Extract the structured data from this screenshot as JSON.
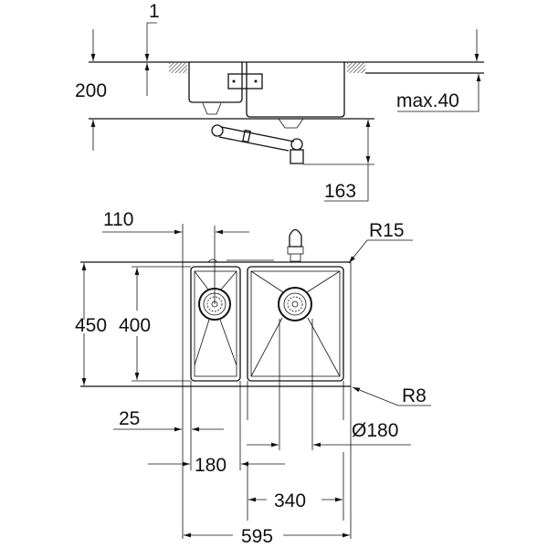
{
  "title": "Double bowl undermount sink dimension drawing",
  "colors": {
    "line": "#111111",
    "background": "#ffffff"
  },
  "side_view": {
    "dim_gap": "1",
    "dim_depth": "200",
    "dim_countertop": "max.40",
    "dim_waste": "163"
  },
  "plan_view": {
    "dim_drain_offset": "110",
    "dim_corner_radius_outer": "R15",
    "dim_outer_depth": "450",
    "dim_bowl_depth": "400",
    "dim_corner_radius_inner": "R8",
    "dim_edge": "25",
    "dim_drain_diameter": "Ø180",
    "dim_small_bowl": "180",
    "dim_large_bowl": "340",
    "dim_total_width": "595"
  }
}
